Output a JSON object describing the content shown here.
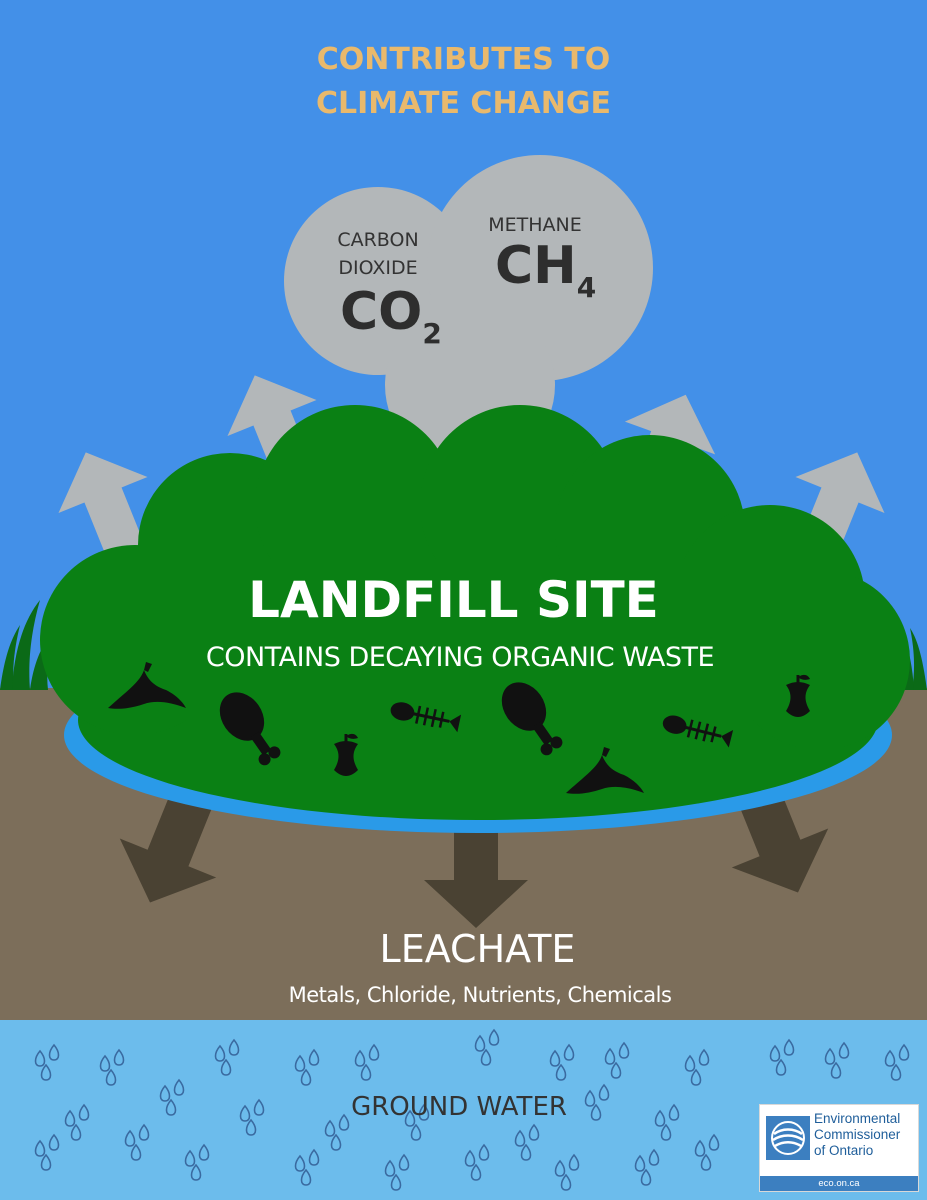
{
  "headline": {
    "line1": "CONTRIBUTES TO",
    "line2": "CLIMATE CHANGE"
  },
  "gas_cloud": {
    "co2": {
      "label_line1": "CARBON",
      "label_line2": "DIOXIDE",
      "formula": "CO",
      "subscript": "2"
    },
    "ch4": {
      "label": "METHANE",
      "formula": "CH",
      "subscript": "4"
    }
  },
  "landfill": {
    "title": "LANDFILL SITE",
    "subtitle": "CONTAINS DECAYING ORGANIC WASTE"
  },
  "leachate": {
    "title": "LEACHATE",
    "subtitle": "Metals, Chloride, Nutrients, Chemicals"
  },
  "ground_water": {
    "label": "GROUND WATER"
  },
  "logo": {
    "line1": "Environmental",
    "line2": "Commissioner",
    "line3": "of Ontario",
    "url": "eco.on.ca"
  },
  "waste_icons": [
    "banana-peel-icon",
    "drumstick-icon",
    "apple-core-icon",
    "fish-bone-icon",
    "drumstick-icon",
    "banana-peel-icon",
    "fish-bone-icon",
    "apple-core-icon"
  ],
  "colors": {
    "sky": "#4390e8",
    "headline": "#e9b96c",
    "cloud": "#b3b7b9",
    "landfill": "#0a8014",
    "liner": "#2a9ae8",
    "soil": "#7c6e5a",
    "leachate_arrow": "#4a4233",
    "ground_water": "#6cbcec",
    "drop": "#3a6aa0"
  }
}
